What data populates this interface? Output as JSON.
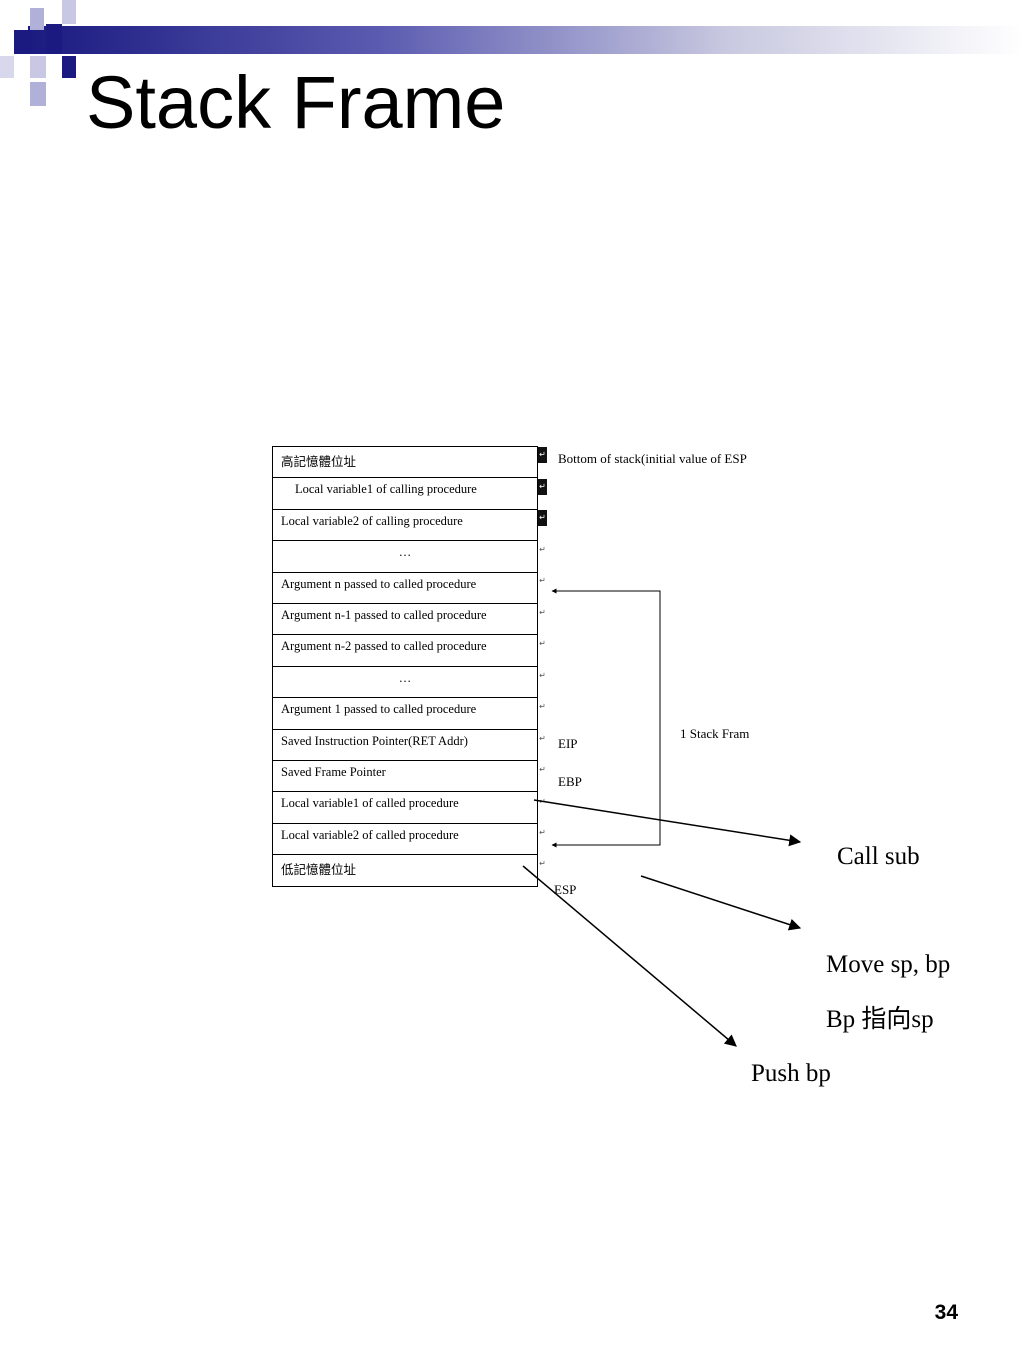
{
  "slide": {
    "title": "Stack Frame",
    "page_number": "34"
  },
  "stack": {
    "rows": [
      "高記憶體位址",
      "Local variable1 of calling procedure",
      "Local variable2 of calling procedure",
      "…",
      "Argument n passed to called procedure",
      "Argument n-1 passed to called procedure",
      "Argument n-2 passed to called procedure",
      "…",
      "Argument 1 passed to called procedure",
      "Saved Instruction Pointer(RET Addr)",
      "Saved Frame Pointer",
      "Local variable1 of called procedure",
      "Local variable2 of called procedure",
      "低記憶體位址"
    ]
  },
  "labels": {
    "bottom_of_stack": "Bottom of stack(initial value of ESP",
    "stack_frame": "1 Stack Fram",
    "eip": "EIP",
    "ebp": "EBP",
    "esp": "ESP",
    "call_sub": "Call sub",
    "move_sp_bp": "Move sp, bp",
    "bp_points_sp": "Bp 指向sp",
    "push_bp": "Push bp"
  }
}
